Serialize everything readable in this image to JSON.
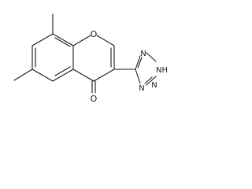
{
  "molecule": {
    "atom_labels": {
      "chromone_oxygen": "O",
      "carbonyl_oxygen": "O",
      "tetrazole_n1": "N",
      "tetrazole_n2": "N",
      "tetrazole_nh": "NH",
      "tetrazole_n4": "N"
    }
  }
}
